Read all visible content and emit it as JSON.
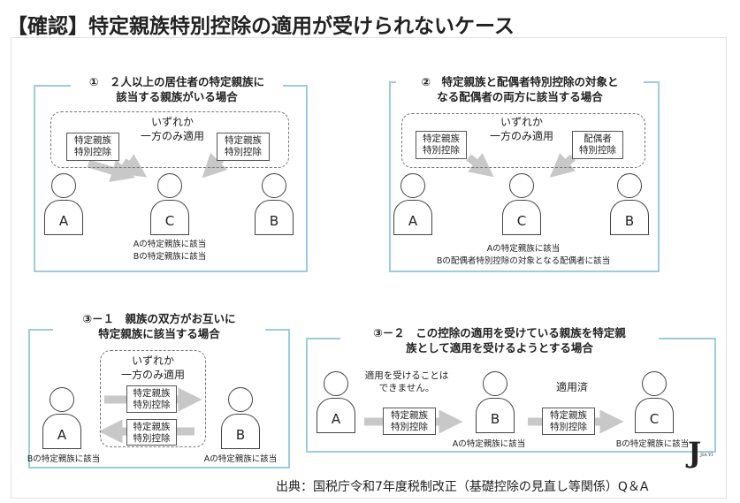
{
  "title": "【確認】特定親族特別控除の適用が受けられないケース",
  "common": {
    "either": "いずれか",
    "one_side": "一方のみ適用",
    "tokutei": "特定親族",
    "tokubetsu": "特別控除",
    "haigusha": "配偶者"
  },
  "panel1": {
    "title1": "①　２人以上の居住者の特定親族に",
    "title2": "該当する親族がいる場合",
    "persons": [
      "A",
      "C",
      "B"
    ],
    "cap1": "Aの特定親族に該当",
    "cap2": "Bの特定親族に該当"
  },
  "panel2": {
    "title1": "②　特定親族と配偶者特別控除の対象と",
    "title2": "なる配偶者の両方に該当する場合",
    "persons": [
      "A",
      "C",
      "B"
    ],
    "cap1": "Aの特定親族に該当",
    "cap2": "Bの配偶者特別控除の対象となる配偶者に該当"
  },
  "panel31": {
    "title1": "③－１　親族の双方がお互いに",
    "title2": "特定親族に該当する場合",
    "persons": [
      "A",
      "B"
    ],
    "capA": "Bの特定親族に該当",
    "capB": "Aの特定親族に該当"
  },
  "panel32": {
    "title1": "③－２　この控除の適用を受けている親族を特定親",
    "title2": "族として適用を受けるようとする場合",
    "persons": [
      "A",
      "B",
      "C"
    ],
    "cannot1": "適用を受けることは",
    "cannot2": "できません。",
    "applied": "適用済",
    "capB": "Aの特定親族に該当",
    "capC": "Bの特定親族に該当"
  },
  "source": "出典：国税庁令和7年度税制改正（基礎控除の見直し等関係）Q＆A",
  "logo": {
    "mark": "J",
    "text": "JIA YI"
  },
  "colors": {
    "panel_border": "#9dcbe0",
    "arrow": "#c8c8c8"
  }
}
